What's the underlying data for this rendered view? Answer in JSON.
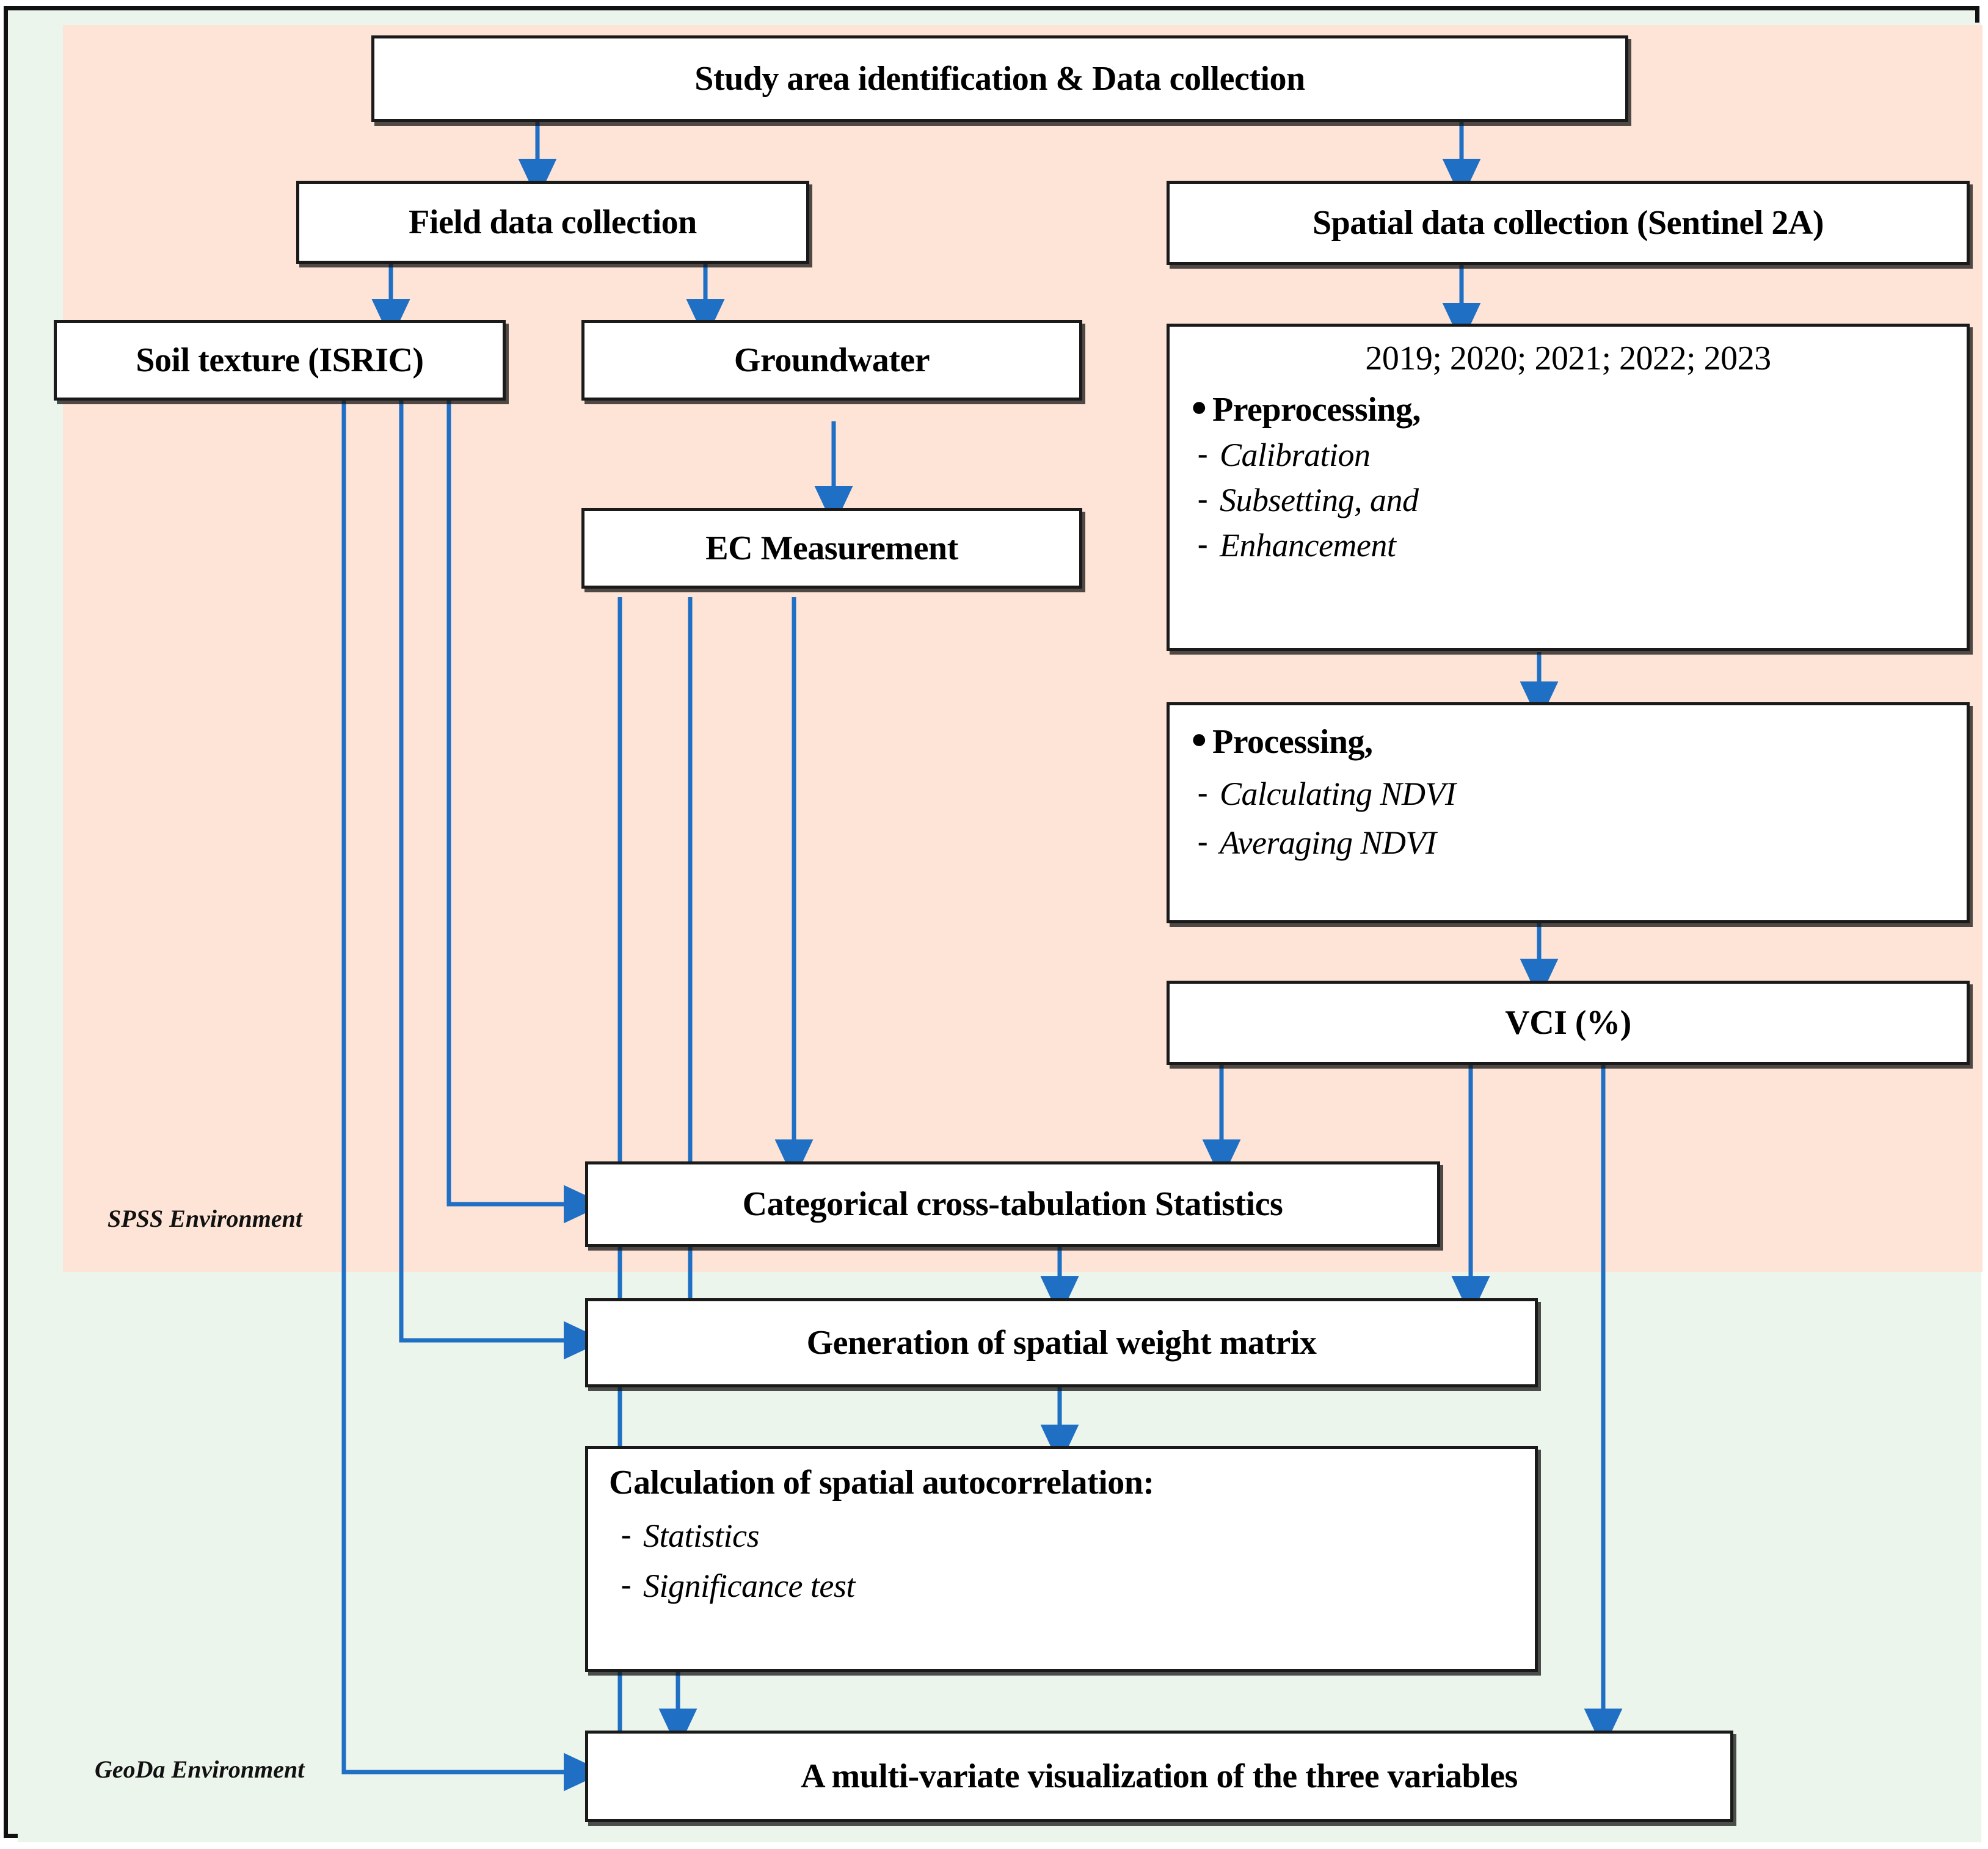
{
  "theme": {
    "peach_bg": "#FDE4D7",
    "green_bg": "#EBF5EB",
    "arrow_blue": "#1F6FC4",
    "box_border": "#1A1A1A",
    "box_fill": "#FFFFFF"
  },
  "environments": {
    "spss_label": "SPSS Environment",
    "geoda_label": "GeoDa Environment"
  },
  "nodes": {
    "study_area": "Study area identification & Data collection",
    "field_data": "Field data collection",
    "spatial_data": "Spatial data collection (Sentinel 2A)",
    "soil_texture": "Soil texture (ISRIC)",
    "groundwater": "Groundwater",
    "ec_measurement": "EC Measurement",
    "preprocessing": {
      "years": "2019; 2020; 2021; 2022; 2023",
      "heading": "Preprocessing,",
      "items": [
        "Calibration",
        "Subsetting, and",
        "Enhancement"
      ]
    },
    "processing": {
      "heading": "Processing,",
      "items": [
        "Calculating NDVI",
        "Averaging NDVI"
      ]
    },
    "vci": "VCI (%)",
    "cross_tab": "Categorical cross-tabulation Statistics",
    "weight_matrix": "Generation of spatial weight matrix",
    "autocorrelation": {
      "heading": "Calculation of spatial autocorrelation:",
      "items": [
        "Statistics",
        "Significance test"
      ]
    },
    "multivariate": "A multi-variate visualization of the three variables"
  },
  "edges": [
    {
      "from": "study_area",
      "to": "field_data"
    },
    {
      "from": "study_area",
      "to": "spatial_data"
    },
    {
      "from": "field_data",
      "to": "soil_texture"
    },
    {
      "from": "field_data",
      "to": "groundwater"
    },
    {
      "from": "groundwater",
      "to": "ec_measurement"
    },
    {
      "from": "spatial_data",
      "to": "preprocessing"
    },
    {
      "from": "preprocessing",
      "to": "processing"
    },
    {
      "from": "processing",
      "to": "vci"
    },
    {
      "from": "soil_texture",
      "to": "cross_tab"
    },
    {
      "from": "soil_texture",
      "to": "weight_matrix"
    },
    {
      "from": "soil_texture",
      "to": "multivariate"
    },
    {
      "from": "ec_measurement",
      "to": "cross_tab"
    },
    {
      "from": "ec_measurement",
      "to": "weight_matrix"
    },
    {
      "from": "ec_measurement",
      "to": "multivariate"
    },
    {
      "from": "vci",
      "to": "cross_tab"
    },
    {
      "from": "vci",
      "to": "weight_matrix"
    },
    {
      "from": "vci",
      "to": "multivariate"
    },
    {
      "from": "cross_tab",
      "to": "weight_matrix"
    },
    {
      "from": "weight_matrix",
      "to": "autocorrelation"
    },
    {
      "from": "autocorrelation",
      "to": "multivariate"
    }
  ]
}
